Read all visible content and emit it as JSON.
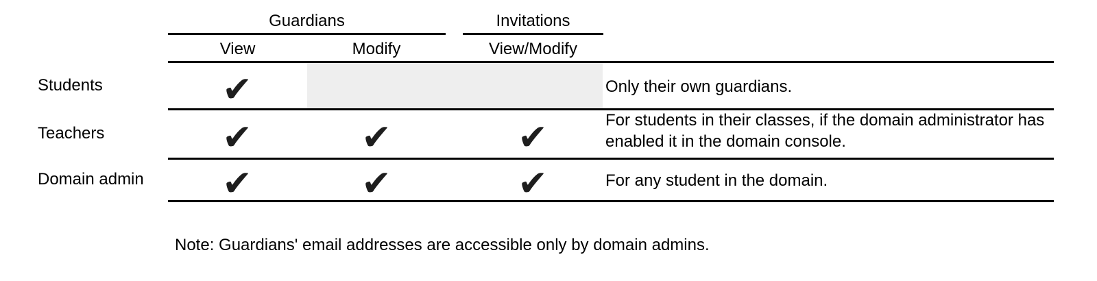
{
  "table": {
    "column_groups": [
      {
        "label": "Guardians",
        "spans": [
          "View",
          "Modify"
        ]
      },
      {
        "label": "Invitations",
        "spans": [
          "View/Modify"
        ]
      }
    ],
    "columns": [
      {
        "label": "View"
      },
      {
        "label": "Modify"
      },
      {
        "label": "View/Modify"
      }
    ],
    "rows": [
      {
        "label": "Students",
        "view": true,
        "modify": false,
        "view_modify": false,
        "modify_cells_disabled": true,
        "note": "Only their own guardians."
      },
      {
        "label": "Teachers",
        "view": true,
        "modify": true,
        "view_modify": true,
        "modify_cells_disabled": false,
        "note": "For students in their classes, if the domain administrator has enabled it in the domain console."
      },
      {
        "label": "Domain admin",
        "view": true,
        "modify": true,
        "view_modify": true,
        "modify_cells_disabled": false,
        "note": "For any student in the domain."
      }
    ]
  },
  "glyphs": {
    "check": "✔"
  },
  "footnote": "Note: Guardians' email addresses are accessible only by domain admins.",
  "colors": {
    "background": "#ffffff",
    "text": "#000000",
    "rule": "#000000",
    "check": "#1e1e1e",
    "disabled_cell_highlight": "#eeeeee"
  }
}
